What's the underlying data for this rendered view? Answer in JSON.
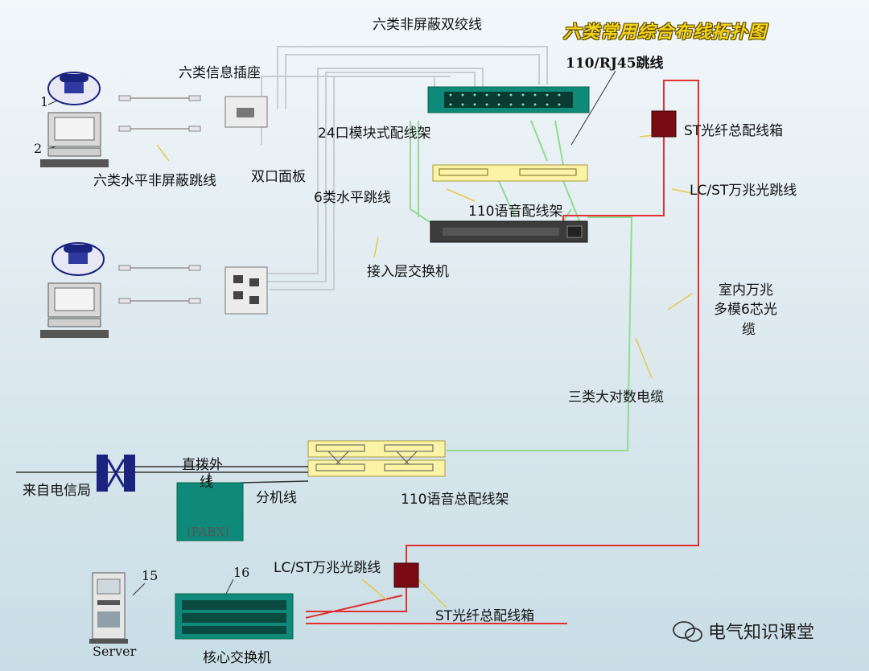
{
  "title": "六类常用综合布线拓扑图",
  "labels": {
    "cat6_utp": "六类非屏蔽双绞线",
    "cat6_outlet": "六类信息插座",
    "rj45_patch": "110/RJ45跳线",
    "st_fiber_box_top": "ST光纤总配线箱",
    "patch_panel_24": "24口模块式配线架",
    "cat6_h_patch": "六类水平非屏蔽跳线",
    "dual_faceplate": "双口面板",
    "cat6_h_cable": "6类水平跳线",
    "lcst_top": "LC/ST万兆光跳线",
    "voice_frame": "110语音配线架",
    "access_switch": "接入层交换机",
    "indoor_fiber_1": "室内万兆",
    "indoor_fiber_2": "多模6芯光",
    "indoor_fiber_3": "缆",
    "cat3_cable": "三类大对数电缆",
    "direct_line_1": "直拨外",
    "direct_line_2": "线",
    "from_telecom": "来自电信局",
    "extension_line": "分机线",
    "voice_main_frame": "110语音总配线架",
    "pabx": "(PABX)",
    "lcst_bottom": "LC/ST万兆光跳线",
    "st_fiber_box_bottom": "ST光纤总配线箱",
    "server": "Server",
    "core_switch": "核心交换机"
  },
  "numbers": {
    "n1": "1",
    "n2": "2",
    "n15": "15",
    "n16": "16"
  },
  "watermark": "电气知识课堂",
  "colors": {
    "fiber": "#e03030",
    "voice": "#7ed67e",
    "utp": "#c0c8cc",
    "rack": "#0f8a7a",
    "fiber_box": "#7a0a14",
    "navy": "#1a237e"
  }
}
